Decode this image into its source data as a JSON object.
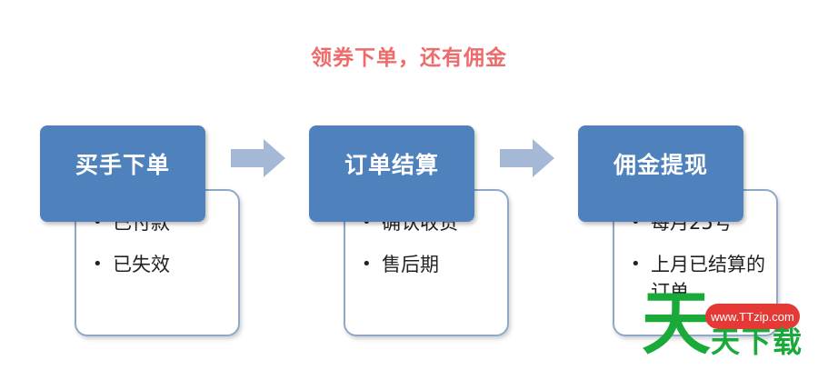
{
  "title": "领券下单，还有佣金",
  "arrow_color": "#a5b9d6",
  "steps": [
    {
      "header": "买手下单",
      "items": [
        "已付款",
        "已失效"
      ]
    },
    {
      "header": "订单结算",
      "items": [
        "确认收货",
        "售后期"
      ]
    },
    {
      "header": "佣金提现",
      "items": [
        "每月25号",
        "上月已结算的订单"
      ]
    }
  ],
  "watermark": {
    "url": "www.TTzip.com",
    "big_char": "天",
    "text": "天下载"
  }
}
